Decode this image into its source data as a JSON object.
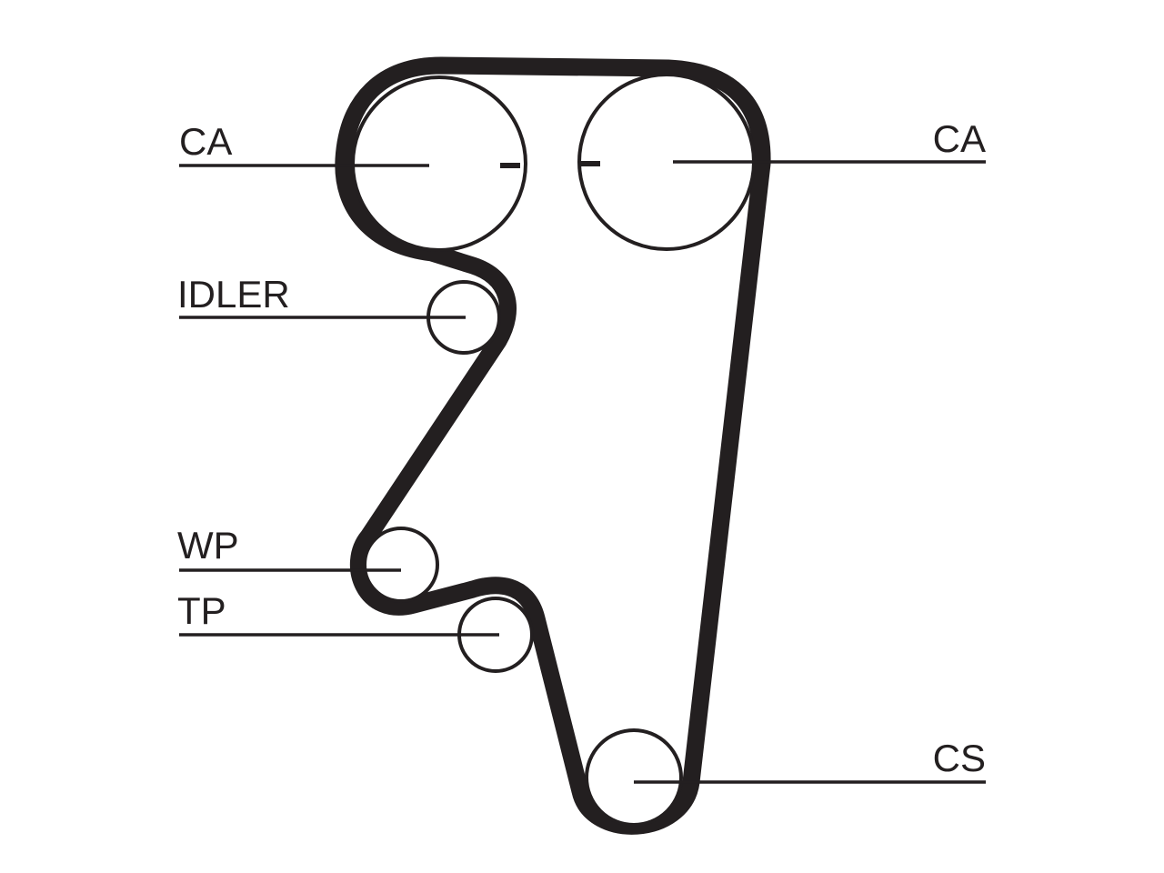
{
  "diagram": {
    "labels": {
      "camshaft_left": "CA",
      "camshaft_right": "CA",
      "idler": "IDLER",
      "water_pump": "WP",
      "tensioner": "TP",
      "crankshaft": "CS"
    },
    "colors": {
      "line": "#231f20",
      "background": "#ffffff"
    }
  }
}
